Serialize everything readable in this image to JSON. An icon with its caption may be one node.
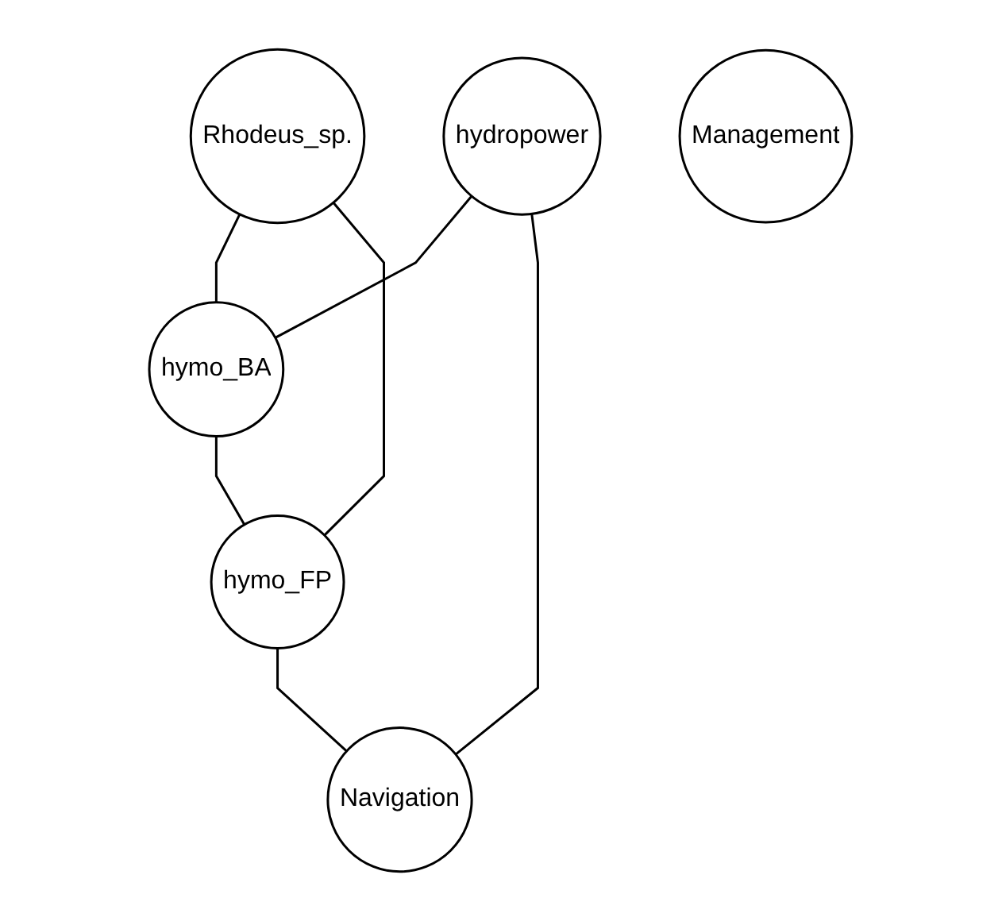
{
  "diagram": {
    "nodes": [
      {
        "text": [
          "Rhodeus_sp."
        ]
      },
      {
        "text": [
          "hydropower"
        ]
      },
      {
        "text": [
          "Management"
        ]
      },
      {
        "text": [
          "hymo_BA"
        ]
      },
      {
        "text": [
          "Navigation"
        ]
      },
      {
        "text": [
          "hymo_FP"
        ]
      }
    ],
    "edges": [
      {
        "from": 0,
        "to": 3,
        "arrow": "none"
      },
      {
        "from": 0,
        "to": 5,
        "arrow": "none"
      },
      {
        "from": 1,
        "to": 3,
        "arrow": "none"
      },
      {
        "from": 1,
        "to": 4,
        "arrow": "none"
      },
      {
        "from": 3,
        "to": 5,
        "arrow": "none"
      },
      {
        "from": 5,
        "to": 4,
        "arrow": "none"
      }
    ]
  }
}
